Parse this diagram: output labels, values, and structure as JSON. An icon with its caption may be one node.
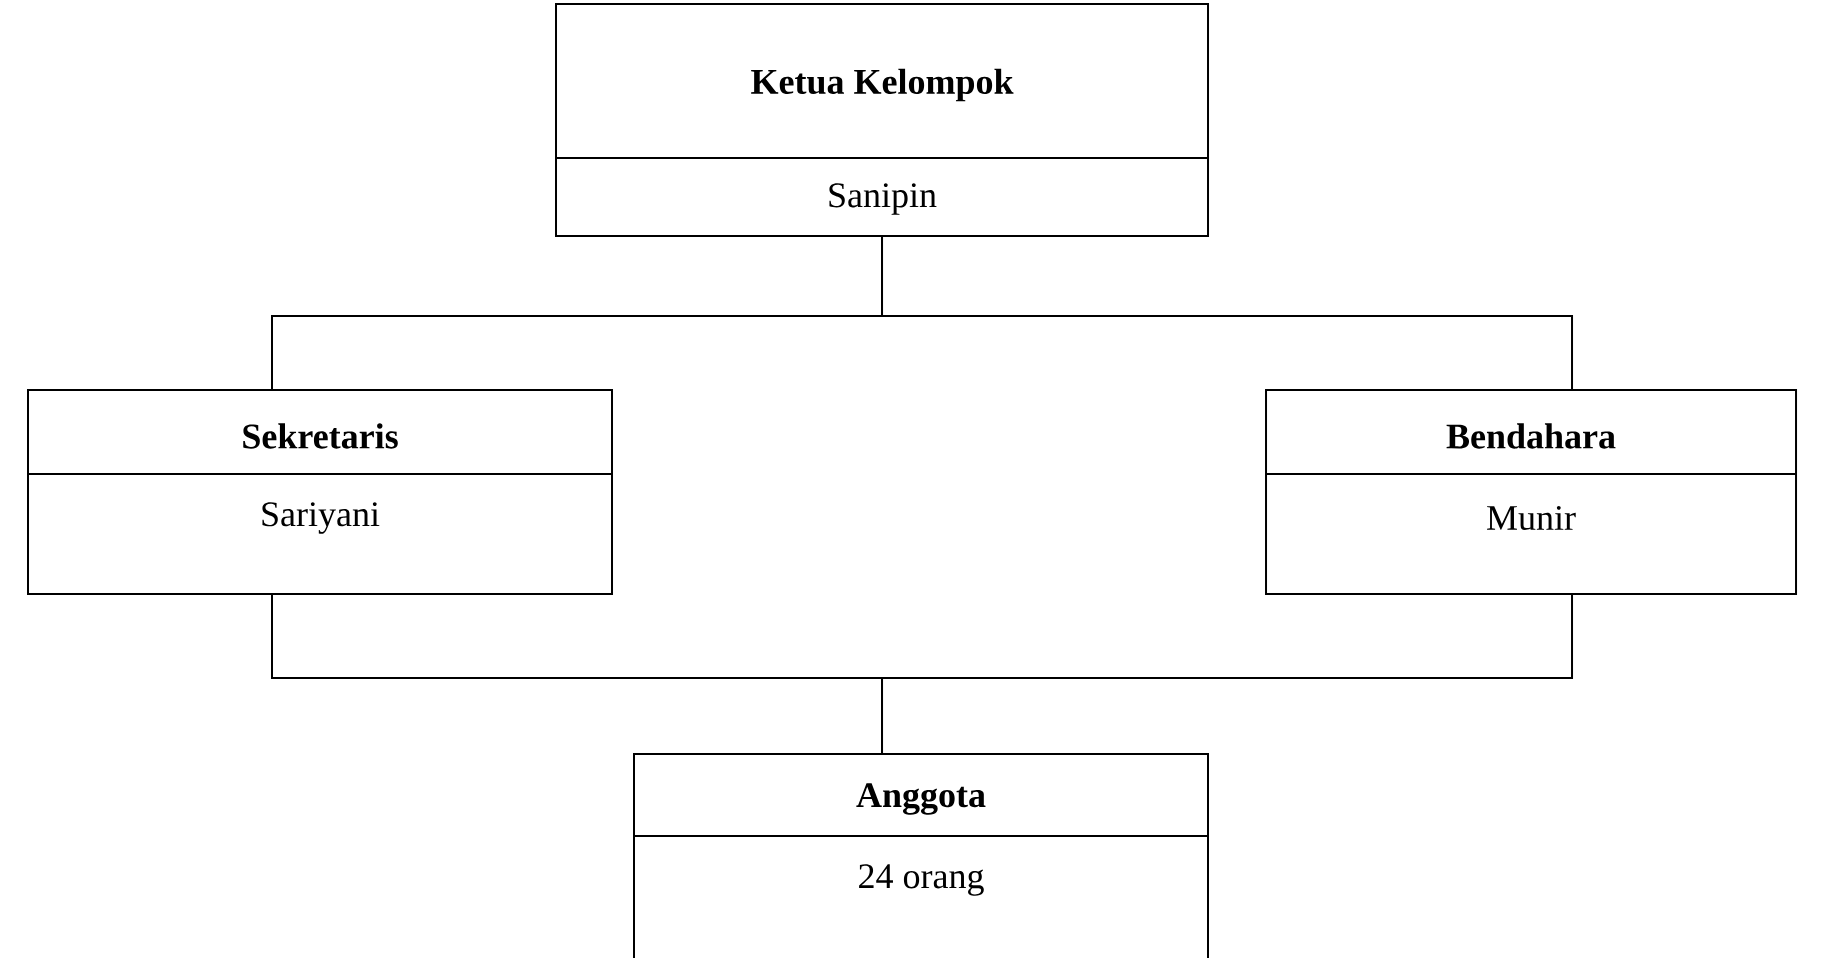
{
  "diagram": {
    "nodes": [
      {
        "text": [
          "Ketua Kelompok",
          "Sanipin"
        ]
      },
      {
        "text": [
          "Sekretaris",
          "Sariyani"
        ]
      },
      {
        "text": [
          "Bendahara",
          "Munir"
        ]
      },
      {
        "text": [
          "Anggota",
          "24 orang"
        ]
      }
    ],
    "edges": [
      {
        "from": 0,
        "to": 1,
        "arrow": "none"
      },
      {
        "from": 0,
        "to": 2,
        "arrow": "none"
      },
      {
        "from": 1,
        "to": 3,
        "arrow": "none"
      },
      {
        "from": 2,
        "to": 3,
        "arrow": "none"
      }
    ]
  }
}
